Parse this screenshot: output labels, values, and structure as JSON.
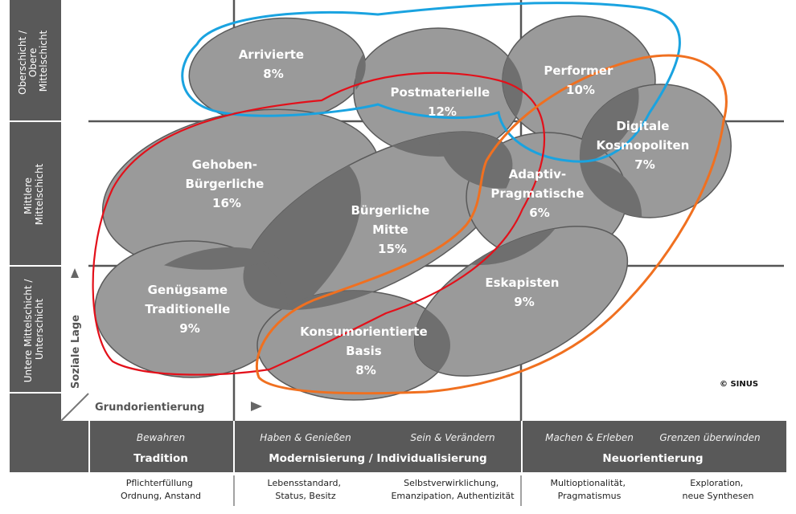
{
  "y_axis_bands": [
    {
      "lines": [
        "Oberschicht /",
        "Obere",
        "Mittelschicht"
      ]
    },
    {
      "lines": [
        "Mittlere",
        "Mittelschicht"
      ]
    },
    {
      "lines": [
        "Untere Mittelschicht /",
        "Unterschicht"
      ]
    }
  ],
  "y_axis_title": "Soziale Lage",
  "x_axis_title": "Grundorientierung",
  "milieus": [
    {
      "name_lines": [
        "Arrivierte"
      ],
      "share": "8%"
    },
    {
      "name_lines": [
        "Postmaterielle"
      ],
      "share": "12%"
    },
    {
      "name_lines": [
        "Performer"
      ],
      "share": "10%"
    },
    {
      "name_lines": [
        "Digitale",
        "Kosmopoliten"
      ],
      "share": "7%"
    },
    {
      "name_lines": [
        "Gehoben-",
        "Bürgerliche"
      ],
      "share": "16%"
    },
    {
      "name_lines": [
        "Bürgerliche",
        "Mitte"
      ],
      "share": "15%"
    },
    {
      "name_lines": [
        "Adaptiv-",
        "Pragmatische"
      ],
      "share": "6%"
    },
    {
      "name_lines": [
        "Genügsame",
        "Traditionelle"
      ],
      "share": "9%"
    },
    {
      "name_lines": [
        "Konsumorientierte",
        "Basis"
      ],
      "share": "8%"
    },
    {
      "name_lines": [
        "Eskapisten"
      ],
      "share": "9%"
    }
  ],
  "header_sub": [
    "Bewahren",
    "Haben & Genießen",
    "Sein & Verändern",
    "Machen & Erleben",
    "Grenzen überwinden"
  ],
  "header_main": [
    "Tradition",
    "Modernisierung / Individualisierung",
    "Neuorientierung"
  ],
  "bottom_texts": [
    [
      "Pflichterfüllung",
      "Ordnung, Anstand"
    ],
    [
      "Lebensstandard,",
      "Status, Besitz"
    ],
    [
      "Selbstverwirklichung,",
      "Emanzipation, Authentizität"
    ],
    [
      "Multioptionalität,",
      "Pragmatismus"
    ],
    [
      "Exploration,",
      "neue Synthesen"
    ]
  ],
  "copyright": "© SINUS",
  "colors": {
    "milieu_fill": "#9a9a9a",
    "overlap": "#6f6f6f",
    "dark_panel": "#595959",
    "outline_blue": "#1aa3e0",
    "outline_red": "#e3101a",
    "outline_orange": "#f07020"
  }
}
